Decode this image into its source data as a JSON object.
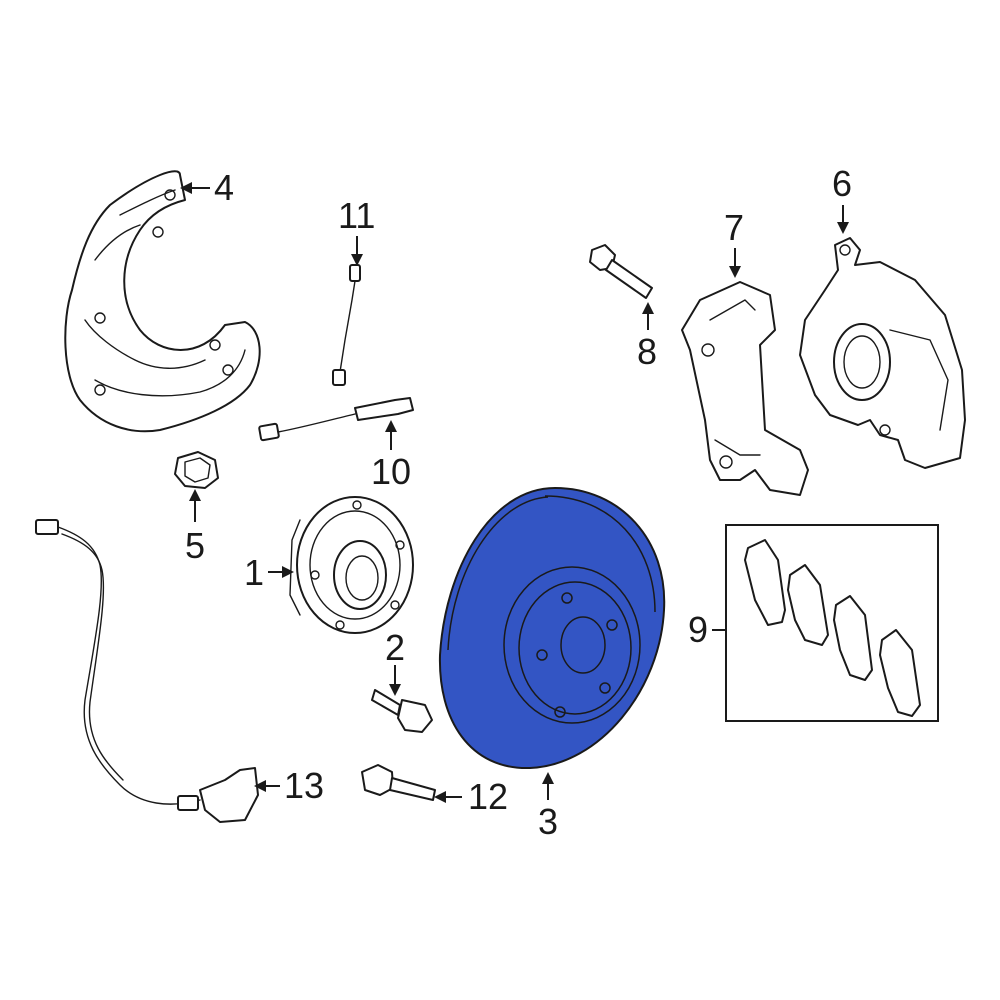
{
  "colors": {
    "highlight": "#3355c4",
    "line": "#1a1a1a",
    "background": "#ffffff"
  },
  "callouts": {
    "c1": "1",
    "c2": "2",
    "c3": "3",
    "c4": "4",
    "c5": "5",
    "c6": "6",
    "c7": "7",
    "c8": "8",
    "c9": "9",
    "c10": "10",
    "c11": "11",
    "c12": "12",
    "c13": "13"
  },
  "highlighted_part": "3"
}
